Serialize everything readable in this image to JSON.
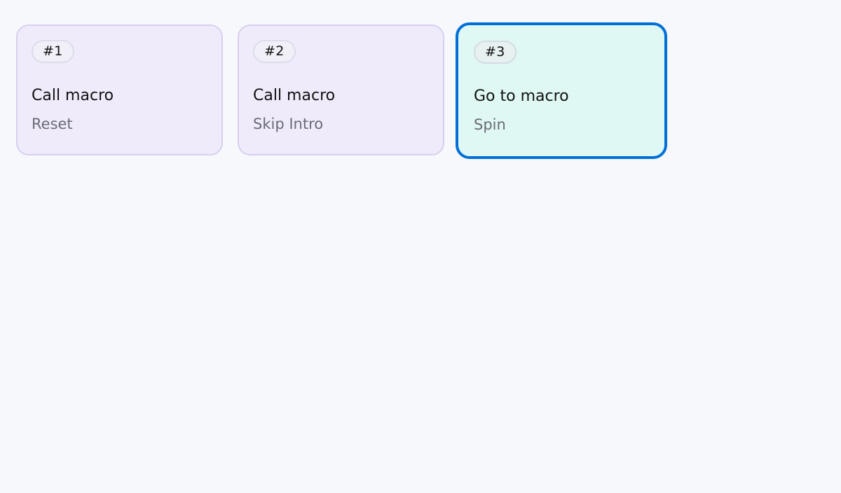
{
  "cards": [
    {
      "badge": "#1",
      "title": "Call macro",
      "subtitle": "Reset"
    },
    {
      "badge": "#2",
      "title": "Call macro",
      "subtitle": "Skip Intro"
    },
    {
      "badge": "#3",
      "title": "Go to macro",
      "subtitle": "Spin"
    }
  ],
  "colors": {
    "page_background": "#f7f8fc",
    "card_background": "#efebfb",
    "card_border": "#d6d0ef",
    "active_card_background": "#dff8f3",
    "active_card_border": "#0070d8",
    "subtitle_text": "#6b6b78"
  }
}
